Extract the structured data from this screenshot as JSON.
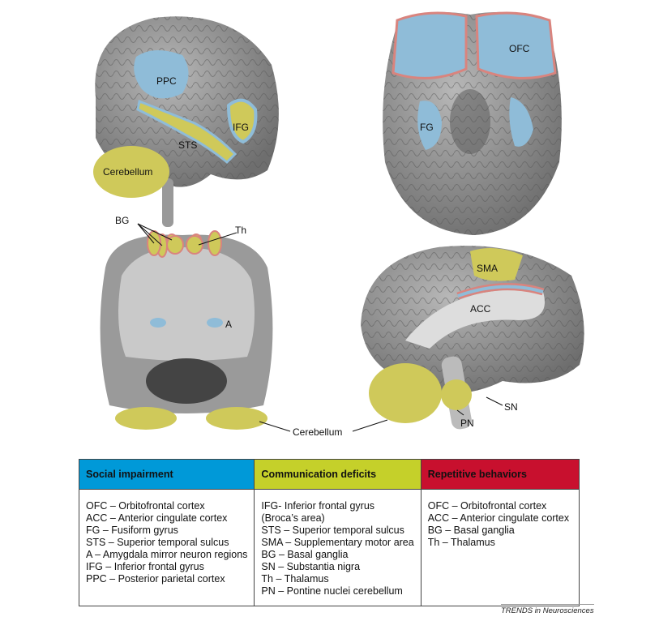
{
  "figure": {
    "panels": {
      "lateral": {
        "labels": [
          "PPC",
          "IFG",
          "STS",
          "Cerebellum"
        ]
      },
      "ventral": {
        "labels": [
          "OFC",
          "FG"
        ]
      },
      "coronal": {
        "labels": [
          "BG",
          "Th",
          "A"
        ]
      },
      "sagittal": {
        "labels": [
          "SMA",
          "ACC",
          "PN",
          "SN"
        ]
      },
      "shared_label": "Cerebellum"
    },
    "colors": {
      "social": "#0099d8",
      "communication": "#c5d02a",
      "repetitive": "#c8102e",
      "region_blue": "#8fbcd8",
      "region_yellow": "#cfc95a",
      "region_red": "#d9847e"
    }
  },
  "table": {
    "headers": [
      "Social impairment",
      "Communication deficits",
      "Repetitive behaviors"
    ],
    "columns": [
      [
        "OFC – Orbitofrontal cortex",
        "ACC – Anterior cingulate cortex",
        "FG – Fusiform gyrus",
        "STS – Superior temporal sulcus",
        "A – Amygdala mirror neuron regions",
        "IFG – Inferior frontal gyrus",
        "PPC – Posterior parietal cortex"
      ],
      [
        "IFG- Inferior frontal gyrus",
        "(Broca’s area)",
        "STS – Superior temporal sulcus",
        "SMA – Supplementary motor area",
        "BG – Basal ganglia",
        "SN – Substantia nigra",
        "Th – Thalamus",
        "PN – Pontine nuclei cerebellum"
      ],
      [
        "OFC – Orbitofrontal cortex",
        "ACC – Anterior cingulate cortex",
        "BG – Basal ganglia",
        "Th – Thalamus"
      ]
    ]
  },
  "credit": "TRENDS in Neurosciences"
}
